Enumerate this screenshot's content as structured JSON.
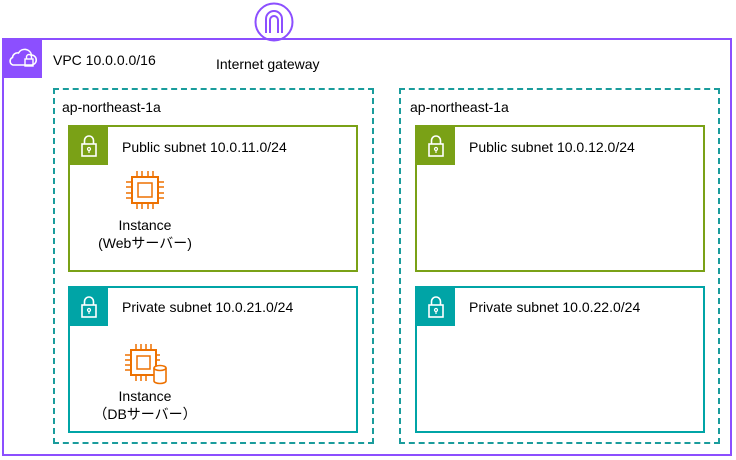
{
  "vpc": {
    "label": "VPC 10.0.0.0/16",
    "icon": "vpc-cloud-lock-icon"
  },
  "internet_gateway": {
    "label": "Internet gateway",
    "icon": "internet-gateway-icon"
  },
  "zones": [
    {
      "label": "ap-northeast-1a",
      "public_subnet": {
        "label": "Public subnet 10.0.11.0/24",
        "instance": {
          "line1": "Instance",
          "line2": "(Webサーバー)"
        }
      },
      "private_subnet": {
        "label": "Private subnet 10.0.21.0/24",
        "instance": {
          "line1": "Instance",
          "line2": "（DBサーバー）"
        }
      }
    },
    {
      "label": "ap-northeast-1a",
      "public_subnet": {
        "label": "Public subnet 10.0.12.0/24"
      },
      "private_subnet": {
        "label": "Private subnet 10.0.22.0/24"
      }
    }
  ],
  "colors": {
    "vpc": "#8c4fff",
    "zone_border": "#1a9c9c",
    "public_subnet": "#7aa116",
    "private_subnet": "#00a4a6",
    "instance": "#ed7100"
  }
}
